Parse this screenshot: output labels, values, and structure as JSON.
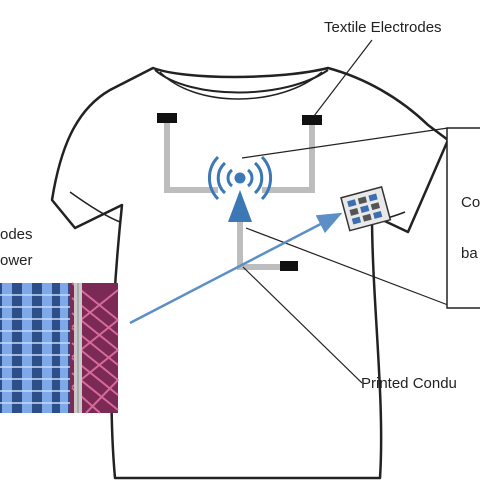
{
  "labels": {
    "textile_electrodes": "Textile Electrodes",
    "electrodes_partial": "odes",
    "power_partial": "ower",
    "printed_conductors_partial": "Printed Condu",
    "box_line1_partial": "Co",
    "box_line2_partial": "ba"
  },
  "colors": {
    "shirt_outline": "#222222",
    "trace": "#bdbdbd",
    "antenna": "#3b78b5",
    "arrow": "#5b8fc6",
    "electrode": "#111111",
    "fabric_pink": "#b23a6b",
    "fabric_blue": "#5b8fd6"
  },
  "icons": [
    "wifi-antenna-icon",
    "electrode-pad-icon",
    "flexible-circuit-patch-icon"
  ]
}
